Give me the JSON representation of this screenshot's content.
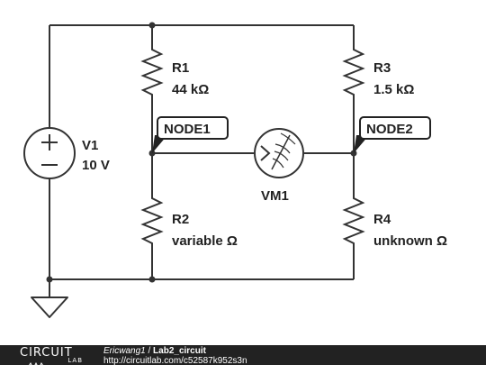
{
  "components": {
    "v1": {
      "name": "V1",
      "value": "10 V"
    },
    "r1": {
      "name": "R1",
      "value": "44 kΩ"
    },
    "r2": {
      "name": "R2",
      "value": "variable Ω"
    },
    "r3": {
      "name": "R3",
      "value": "1.5 kΩ"
    },
    "r4": {
      "name": "R4",
      "value": "unknown Ω"
    },
    "vm1": {
      "name": "VM1"
    }
  },
  "nodes": {
    "node1": "NODE1",
    "node2": "NODE2"
  },
  "footer": {
    "logo_top": "CIRCUIT",
    "logo_bottom": "LAB",
    "author": "Ericwang1",
    "separator": " / ",
    "title": "Lab2_circuit",
    "url": "http://circuitlab.com/c52587k952s3n"
  },
  "colors": {
    "wire": "#333333",
    "node_tag": "#222222",
    "footer_bg": "#222222"
  }
}
